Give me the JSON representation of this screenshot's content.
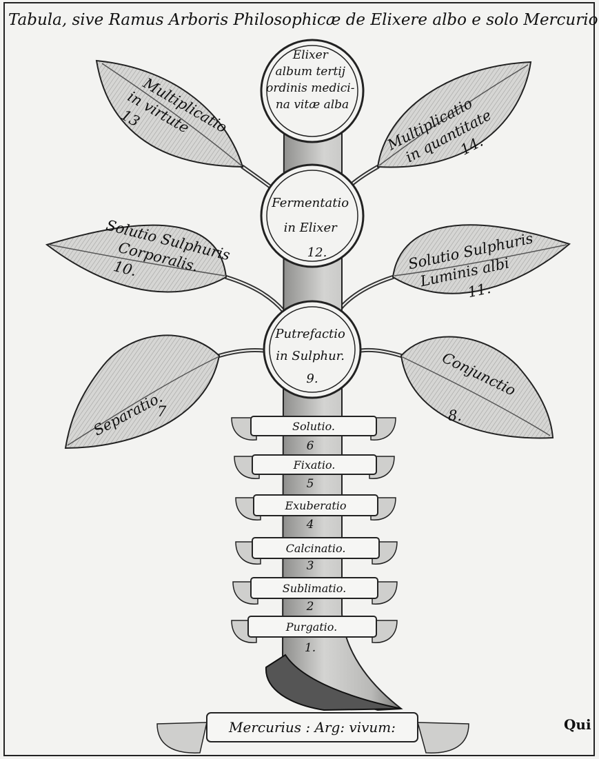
{
  "title": "Tabula, sive Ramus Arboris Philosophicæ de Elixere albo e solo Mercurio.",
  "top_node": {
    "lines": [
      "Elixer",
      "album tertij",
      "ordinis medici-",
      "na vitæ alba"
    ]
  },
  "trunk_nodes": [
    {
      "lines": [
        "Fermentatio",
        "in Elixer"
      ],
      "number": "12."
    },
    {
      "lines": [
        "Putrefactio",
        "in Sulphur."
      ],
      "number": "9."
    }
  ],
  "leaves": [
    {
      "lines": [
        "Multiplicatio",
        "in virtute"
      ],
      "number": "13"
    },
    {
      "lines": [
        "Multiplicatio",
        "in quantitate"
      ],
      "number": "14."
    },
    {
      "lines": [
        "Solutio Sulphuris",
        "Corporalis."
      ],
      "number": "10."
    },
    {
      "lines": [
        "Solutio Sulphuris",
        "Luminis albi"
      ],
      "number": "11."
    },
    {
      "lines": [
        "Separatio."
      ],
      "number": "7"
    },
    {
      "lines": [
        "Conjunctio"
      ],
      "number": "8."
    }
  ],
  "steps": [
    {
      "label": "Solutio.",
      "number": "6"
    },
    {
      "label": "Fixatio.",
      "number": "5"
    },
    {
      "label": "Exuberatio",
      "number": "4"
    },
    {
      "label": "Calcinatio.",
      "number": "3"
    },
    {
      "label": "Sublimatio.",
      "number": "2"
    },
    {
      "label": "Purgatio.",
      "number": "1."
    }
  ],
  "base_label": "Mercurius : Arg: vivum:",
  "catchword": "Qui",
  "colors": {
    "ink": "#111111",
    "paper": "#f3f3f1",
    "leaf": "#dcdcda",
    "trunk": "#c8c8c6"
  }
}
